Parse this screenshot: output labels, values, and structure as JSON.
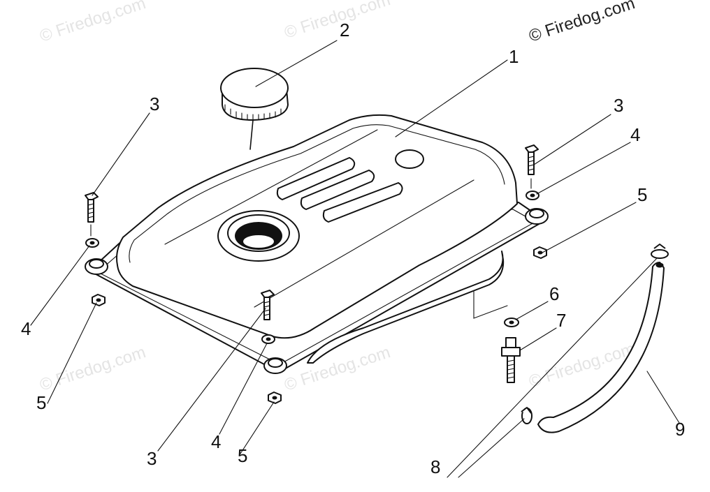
{
  "watermarks": {
    "dark": "© Firedog.com",
    "light": "© Firedog.com"
  },
  "callouts": {
    "c1": "1",
    "c2": "2",
    "c3_left": "3",
    "c3_right": "3",
    "c3_bottom": "3",
    "c4_left": "4",
    "c4_right": "4",
    "c4_bottom": "4",
    "c5_left": "5",
    "c5_right": "5",
    "c5_bottom": "5",
    "c6": "6",
    "c7": "7",
    "c8": "8",
    "c9": "9"
  }
}
